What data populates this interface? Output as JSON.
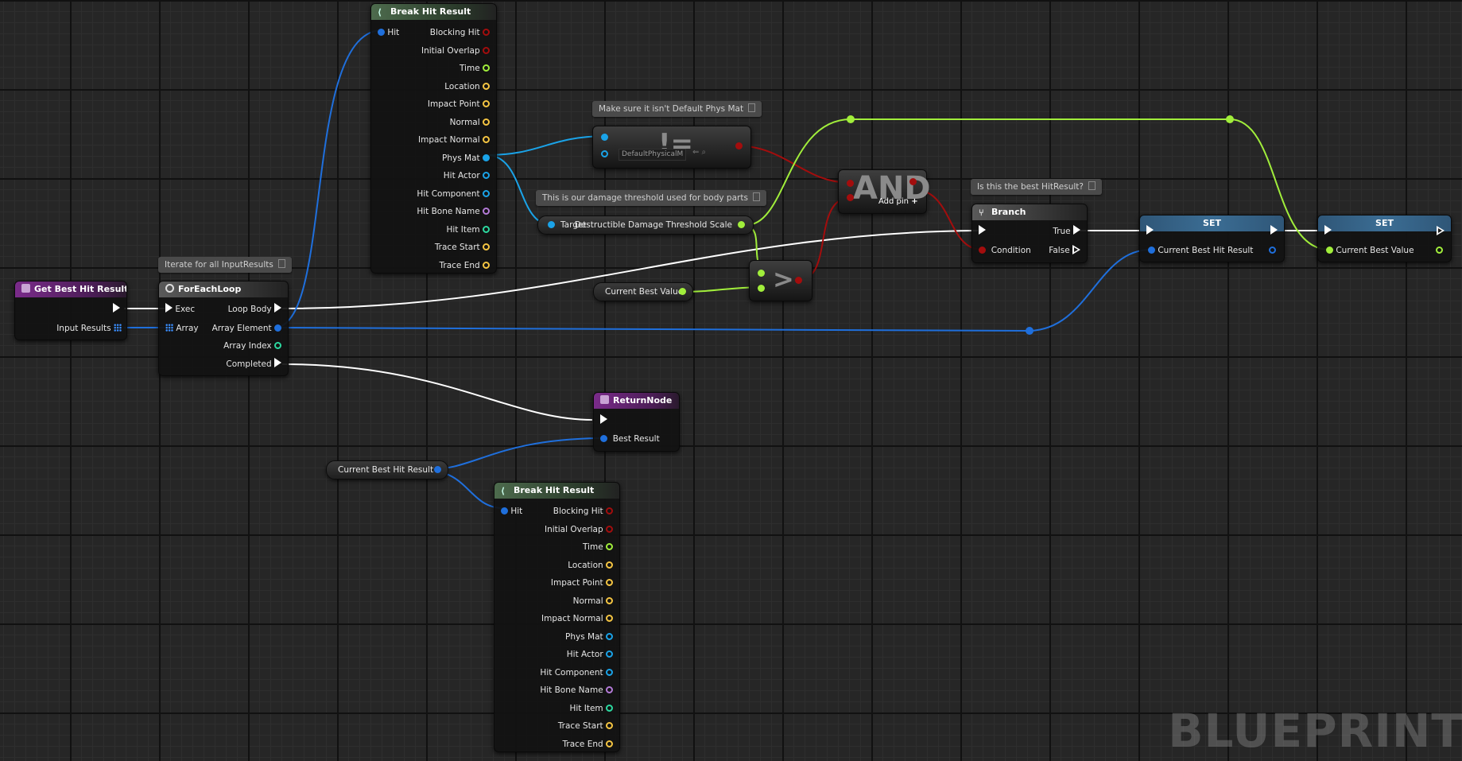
{
  "watermark": "BLUEPRINT",
  "colors": {
    "exec": "#ffffff",
    "struct": "#1f6fdc",
    "object": "#1aa3e8",
    "bool": "#a30d0d",
    "float": "#a1ee3b",
    "int": "#2cd9a0",
    "vector": "#f5c542",
    "name": "#b47bd8"
  },
  "comments": {
    "iterate": "Iterate for all InputResults",
    "default_phys_mat": "Make sure it isn't Default Phys Mat",
    "threshold": "This is our damage threshold used for body parts",
    "best_hit": "Is this the best HitResult?"
  },
  "nodes": {
    "get_best": {
      "title": "Get Best Hit Result",
      "input_results": "Input Results"
    },
    "foreach": {
      "title": "ForEachLoop",
      "exec": "Exec",
      "array": "Array",
      "loop_body": "Loop Body",
      "array_element": "Array Element",
      "array_index": "Array Index",
      "completed": "Completed"
    },
    "break_top": {
      "title": "Break Hit Result",
      "hit": "Hit",
      "outputs": [
        "Blocking Hit",
        "Initial Overlap",
        "Time",
        "Location",
        "Impact Point",
        "Normal",
        "Impact Normal",
        "Phys Mat",
        "Hit Actor",
        "Hit Component",
        "Hit Bone Name",
        "Hit Item",
        "Trace Start",
        "Trace End"
      ]
    },
    "break_bottom": {
      "title": "Break Hit Result",
      "hit": "Hit",
      "outputs": [
        "Blocking Hit",
        "Initial Overlap",
        "Time",
        "Location",
        "Impact Point",
        "Normal",
        "Impact Normal",
        "Phys Mat",
        "Hit Actor",
        "Hit Component",
        "Hit Bone Name",
        "Hit Item",
        "Trace Start",
        "Trace End"
      ]
    },
    "not_equal": {
      "symbol": "!=",
      "default": "DefaultPhysicalM"
    },
    "and": {
      "symbol": "AND",
      "add_pin": "Add pin"
    },
    "threshold": {
      "target": "Target",
      "output": "Destructible Damage Threshold Scale"
    },
    "greater": {
      "symbol": ">"
    },
    "current_best_value": "Current Best Value",
    "current_best_hit": "Current Best Hit Result",
    "branch": {
      "title": "Branch",
      "condition": "Condition",
      "true": "True",
      "false": "False"
    },
    "set1": {
      "title": "SET",
      "pin": "Current Best Hit Result"
    },
    "set2": {
      "title": "SET",
      "pin": "Current Best Value"
    },
    "return": {
      "title": "ReturnNode",
      "best_result": "Best Result"
    }
  }
}
